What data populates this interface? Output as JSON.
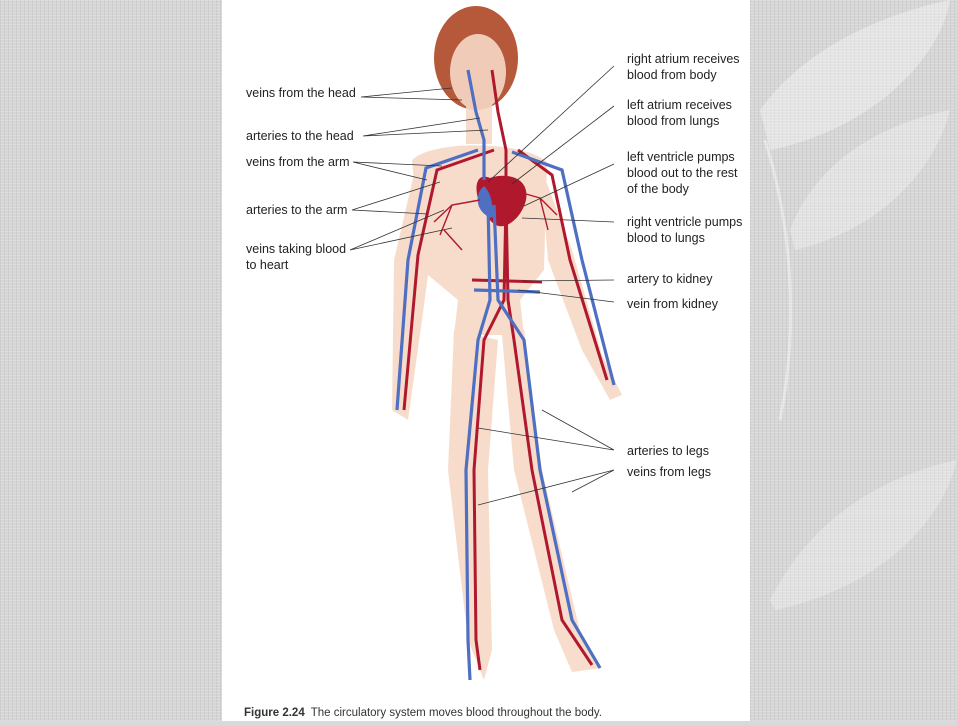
{
  "figure": {
    "labels_left": {
      "veins_head": "veins from the head",
      "arteries_head": "arteries to the head",
      "veins_arm": "veins from the arm",
      "arteries_arm": "arteries to the arm",
      "veins_heart_1": "veins taking blood",
      "veins_heart_2": "to heart"
    },
    "labels_right": {
      "right_atrium_1": "right atrium receives",
      "right_atrium_2": "blood from body",
      "left_atrium_1": "left atrium receives",
      "left_atrium_2": "blood from lungs",
      "left_ventricle_1": "left ventricle pumps",
      "left_ventricle_2": "blood out to the rest",
      "left_ventricle_3": "of the body",
      "right_ventricle_1": "right ventricle pumps",
      "right_ventricle_2": "blood to lungs",
      "artery_kidney": "artery to kidney",
      "vein_kidney": "vein from kidney",
      "arteries_legs": "arteries to legs",
      "veins_legs": "veins from legs"
    },
    "caption_number": "Figure 2.24",
    "caption_text": "The circulatory system moves blood throughout the body."
  },
  "colors": {
    "artery": "#b0182e",
    "vein": "#4f6fc2",
    "skin": "#f7d9c6",
    "hair": "#b5593a"
  }
}
